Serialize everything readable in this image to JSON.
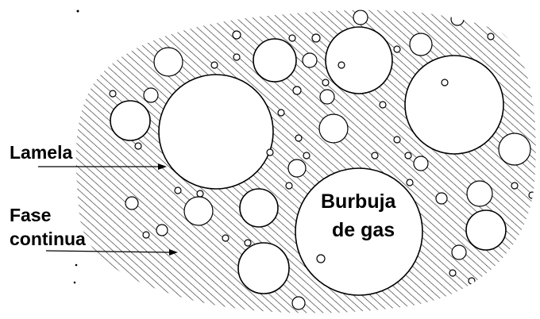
{
  "labels": {
    "lamela": "Lamela",
    "fase_line1": "Fase",
    "fase_line2": "continua",
    "bubble_line1": "Burbuja",
    "bubble_line2": "de gas"
  },
  "colors": {
    "ink": "#000000",
    "hatch": "#333333",
    "background": "#ffffff"
  }
}
